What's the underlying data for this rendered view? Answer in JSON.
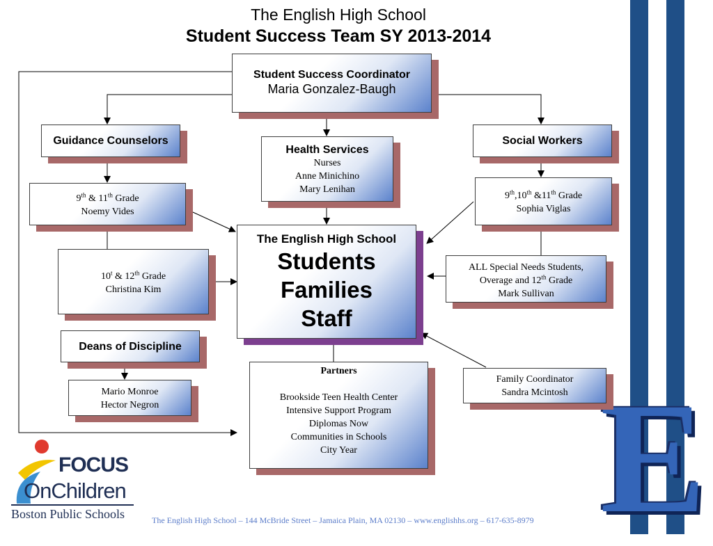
{
  "header": {
    "line1": "The English High School",
    "line2": "Student Success Team SY 2013-2014"
  },
  "coordinator": {
    "title": "Student Success Coordinator",
    "name": "Maria Gonzalez-Baugh"
  },
  "guidance": {
    "title": "Guidance Counselors"
  },
  "health": {
    "title": "Health Services",
    "line1": "Nurses",
    "line2": "Anne Minichino",
    "line3": "Mary Lenihan"
  },
  "social": {
    "title": "Social Workers"
  },
  "g9_11": {
    "grade_a": "9",
    "sup_a": "th",
    "amp": " &  11",
    "sup_b": "th",
    "grade_word": " Grade",
    "name": "Noemy Vides"
  },
  "g10_12": {
    "grade_a": "10",
    "sup_a": "t",
    "amp": " & 12",
    "sup_b": "th",
    "grade_word": " Grade",
    "name": "Christina Kim"
  },
  "center": {
    "title": "The English High School",
    "l1": "Students",
    "l2": "Families",
    "l3": "Staff"
  },
  "sw_9_11": {
    "a": "9",
    "sup_a": "th",
    "b": ",10",
    "sup_b": "th",
    "c": "  &11",
    "sup_c": "th",
    "grade_word": " Grade",
    "name": "Sophia Viglas"
  },
  "special": {
    "line1": "ALL Special Needs Students,",
    "line2_a": "Overage  and 12",
    "line2_sup": "th",
    "line2_b": " Grade",
    "name": "Mark Sullivan"
  },
  "deans": {
    "title": "Deans of Discipline",
    "name1": "Mario Monroe",
    "name2": "Hector Negron"
  },
  "partners": {
    "title": "Partners",
    "items": [
      "Brookside Teen Health Center",
      "Intensive Support Program",
      "Diplomas Now",
      "Communities in Schools",
      "City Year"
    ]
  },
  "family": {
    "title": "Family Coordinator",
    "name": "Sandra Mcintosh"
  },
  "logo": {
    "line1": "FOCUS",
    "line2": "OnChildren",
    "line3": "Boston Public Schools"
  },
  "big_letter": "E",
  "footer": "The English High School – 144 McBride Street – Jamaica Plain, MA 02130 – www.englishhs.org – 617-635-8979",
  "colors": {
    "stripe": "#1f4f87",
    "box_shadow": "#a86868",
    "center_shadow": "#7c3f8f",
    "footer_text": "#5b7cc9",
    "letter": "#3465b8"
  }
}
